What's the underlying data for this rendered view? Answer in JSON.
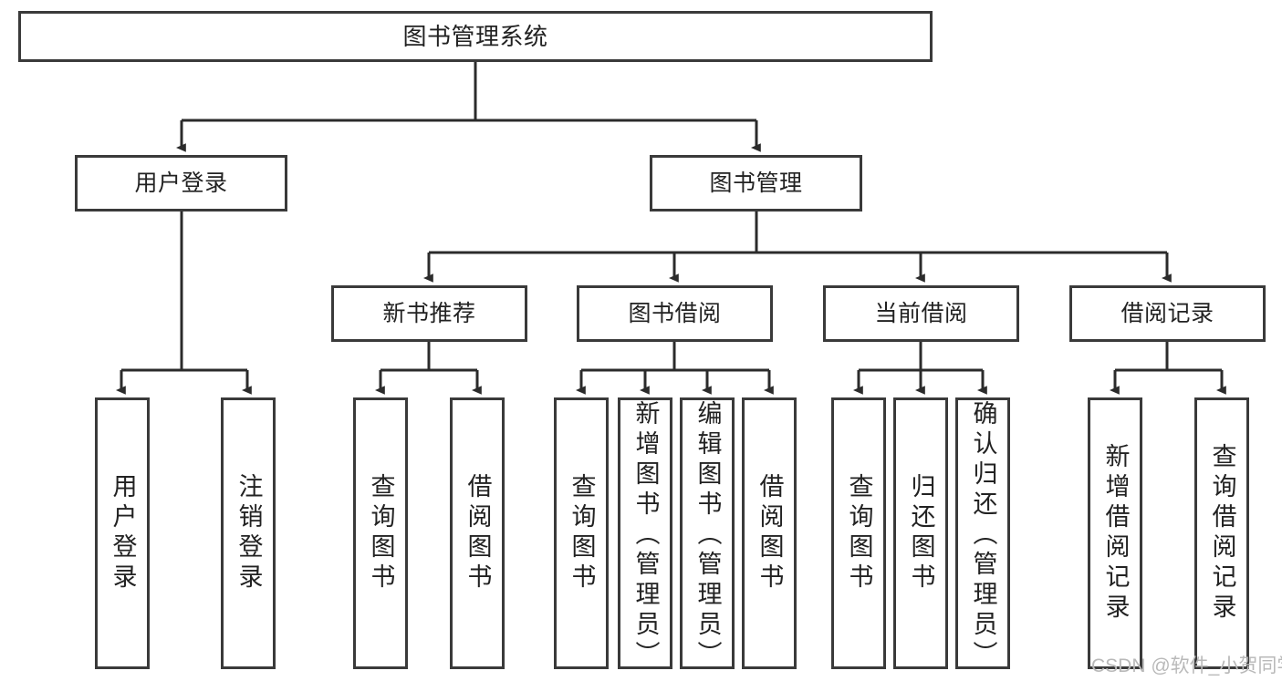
{
  "diagram": {
    "title": "图书管理系统",
    "type": "tree",
    "colors": {
      "box_border": "#3a3a3a",
      "box_fill": "#ffffff",
      "edge": "#2b2b2b",
      "text": "#222222",
      "watermark": "#b9b9b9",
      "background": "#ffffff"
    },
    "root": {
      "label": "图书管理系统"
    },
    "level2": [
      {
        "label": "用户登录"
      },
      {
        "label": "图书管理"
      }
    ],
    "level3": [
      {
        "label": "新书推荐"
      },
      {
        "label": "图书借阅"
      },
      {
        "label": "当前借阅"
      },
      {
        "label": "借阅记录"
      }
    ],
    "leaves": {
      "user_login": [
        {
          "label": "用户登录"
        },
        {
          "label": "注销登录"
        }
      ],
      "new_book_recommend": [
        {
          "label": "查询图书"
        },
        {
          "label": "借阅图书"
        }
      ],
      "book_borrow": [
        {
          "label": "查询图书"
        },
        {
          "label": "新增图书（管理员）"
        },
        {
          "label": "编辑图书（管理员）"
        },
        {
          "label": "借阅图书"
        }
      ],
      "current_borrow": [
        {
          "label": "查询图书"
        },
        {
          "label": "归还图书"
        },
        {
          "label": "确认归还（管理员）"
        }
      ],
      "borrow_record": [
        {
          "label": "新增借阅记录"
        },
        {
          "label": "查询借阅记录"
        }
      ]
    },
    "watermark": "CSDN @软件_小贺同学"
  }
}
